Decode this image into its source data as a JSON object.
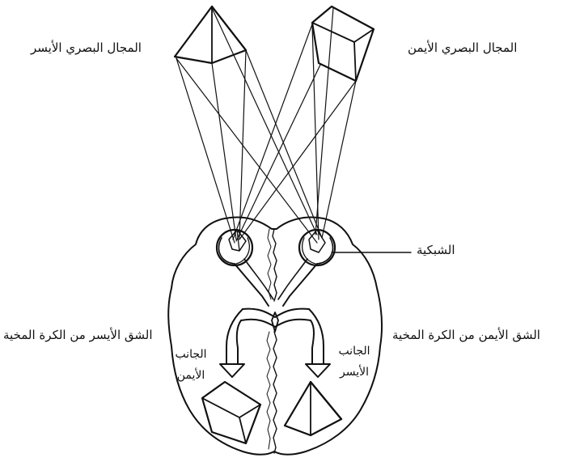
{
  "labels": {
    "left_visual_field": "المجال البصري الأيسر",
    "right_visual_field": "المجال البصري الأيمن",
    "retina": "الشبكية",
    "left_hemisphere": "الشق الأيسر من الكرة المخية",
    "right_hemisphere": "الشق الأيمن من الكرة المخية",
    "right_side_line1": "الجانب",
    "right_side_line2": "الأيمن",
    "left_side_line1": "الجانب",
    "left_side_line2": "الأيسر"
  },
  "colors": {
    "ink": "#111111",
    "background": "#ffffff"
  }
}
